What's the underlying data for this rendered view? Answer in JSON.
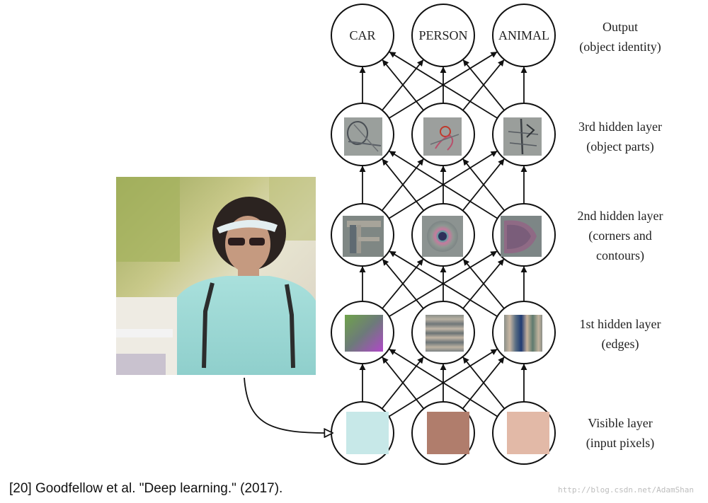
{
  "output_nodes": [
    "CAR",
    "PERSON",
    "ANIMAL"
  ],
  "layer_labels": {
    "output": [
      "Output",
      "(object identity)"
    ],
    "hidden3": [
      "3rd hidden layer",
      "(object parts)"
    ],
    "hidden2": [
      "2nd hidden layer",
      "(corners and",
      "contours)"
    ],
    "hidden1": [
      "1st hidden layer",
      "(edges)"
    ],
    "visible": [
      "Visible layer",
      "(input pixels)"
    ]
  },
  "visible_pixel_colors": [
    "#c7e8e8",
    "#b07d6c",
    "#e2b9a7"
  ],
  "citation": "[20] Goodfellow et al. \"Deep learning.\" (2017).",
  "watermark": "http://blog.csdn.net/AdamShan"
}
